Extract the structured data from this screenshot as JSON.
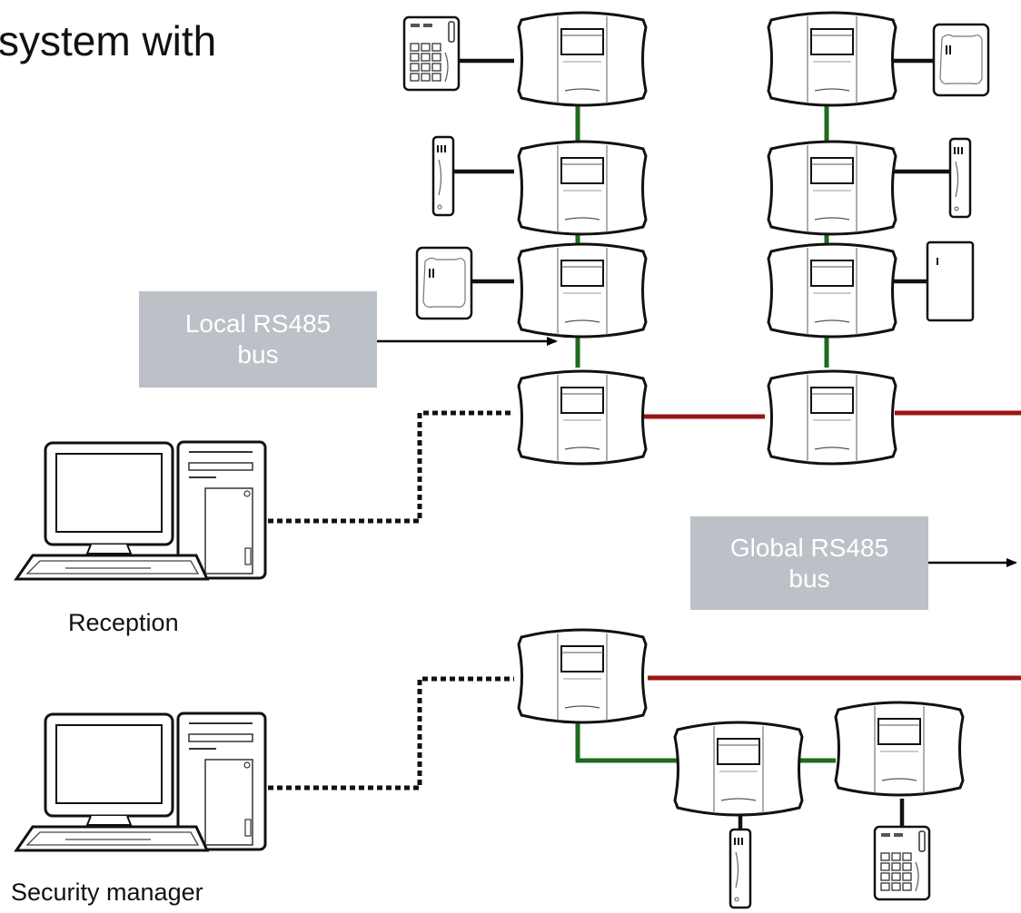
{
  "title": "system with",
  "labels": {
    "local_bus_line1": "Local RS485",
    "local_bus_line2": "bus",
    "global_bus_line1": "Global RS485",
    "global_bus_line2": "bus",
    "reception": "Reception",
    "security_manager": "Security manager"
  },
  "colors": {
    "local_bus": "#1d6b1d",
    "global_bus": "#9b1515",
    "callout_bg": "#bcc1c8",
    "network": "#111111"
  },
  "icons": [
    "controller-icon",
    "keypad-reader-icon",
    "slim-reader-icon",
    "card-reader-icon",
    "computer-icon"
  ]
}
